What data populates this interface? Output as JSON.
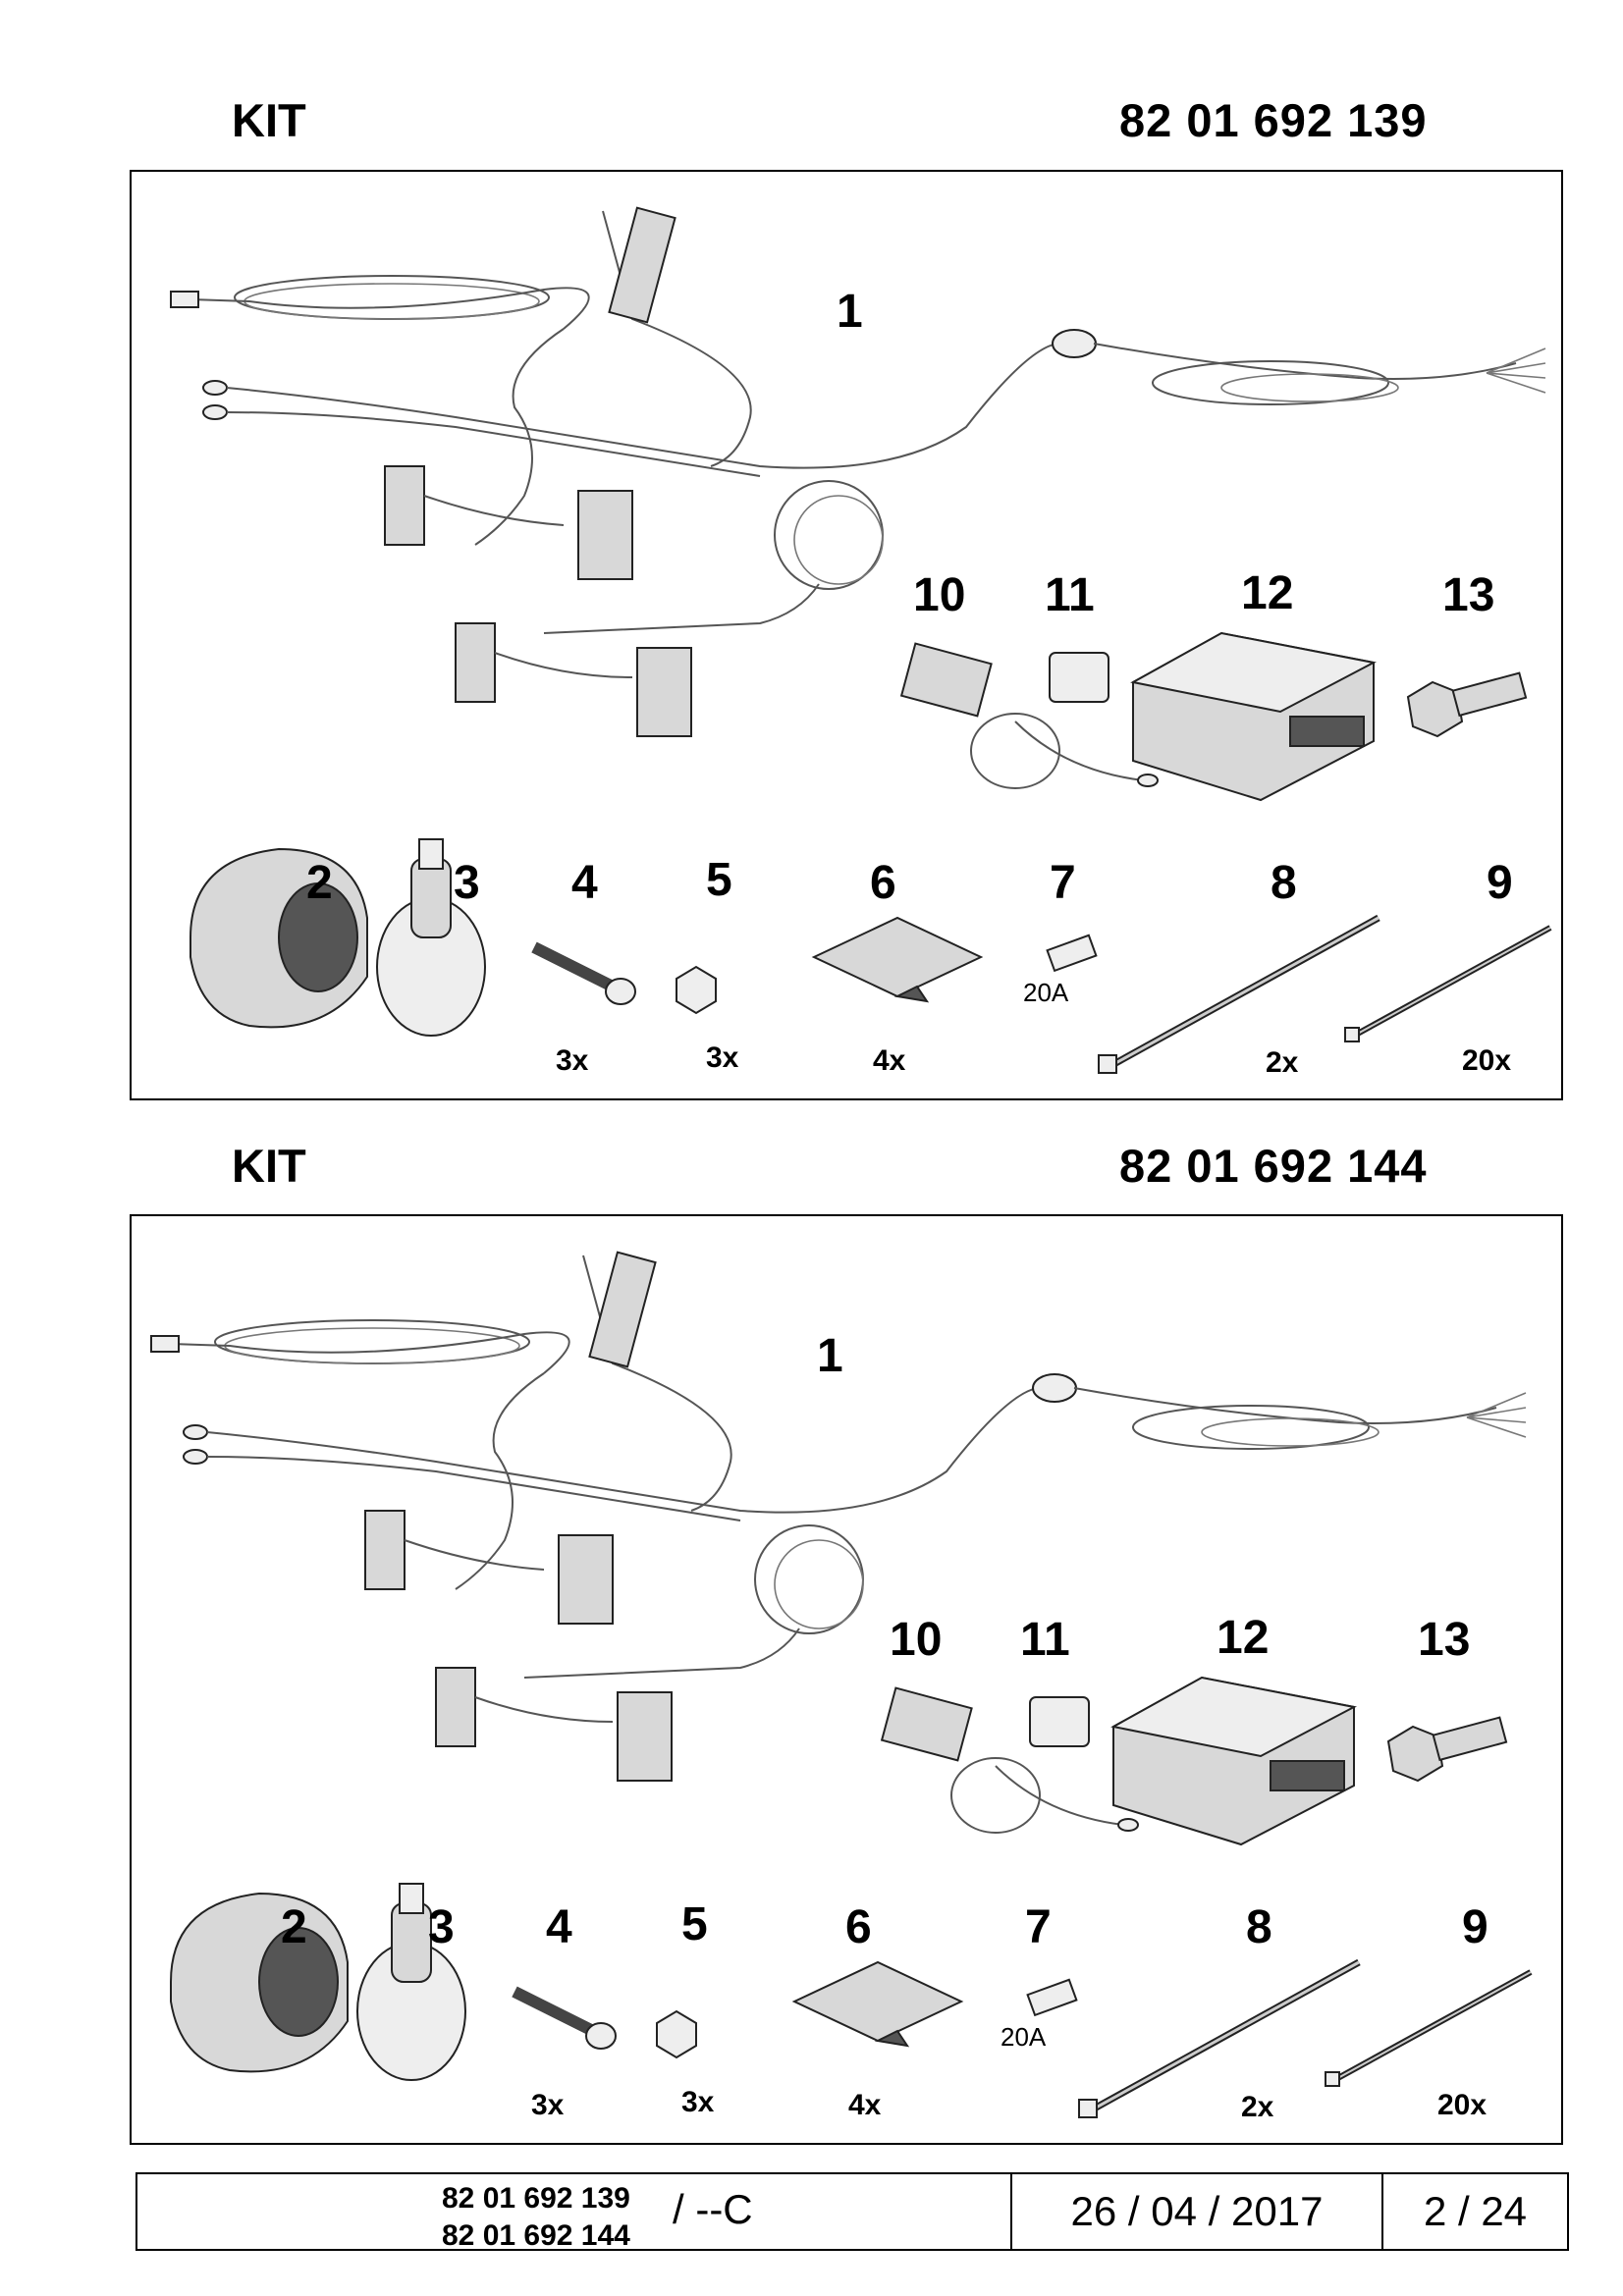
{
  "kits": [
    {
      "label": "KIT",
      "number": "82 01 692 139",
      "callouts": [
        "1",
        "2",
        "3",
        "4",
        "5",
        "6",
        "7",
        "8",
        "9",
        "10",
        "11",
        "12",
        "13"
      ],
      "quantities": {
        "q4": "3x",
        "q5": "3x",
        "q6": "4x",
        "q8": "2x",
        "q9": "20x"
      },
      "fuse_rating": "20A"
    },
    {
      "label": "KIT",
      "number": "82 01 692 144",
      "callouts": [
        "1",
        "2",
        "3",
        "4",
        "5",
        "6",
        "7",
        "8",
        "9",
        "10",
        "11",
        "12",
        "13"
      ],
      "quantities": {
        "q4": "3x",
        "q5": "3x",
        "q6": "4x",
        "q8": "2x",
        "q9": "20x"
      },
      "fuse_rating": "20A"
    }
  ],
  "footer": {
    "ref_line_1": "82 01 692 139",
    "ref_line_2": "82 01 692 144",
    "revision": "/ --C",
    "date": "26 / 04 / 2017",
    "page": "2 / 24"
  }
}
